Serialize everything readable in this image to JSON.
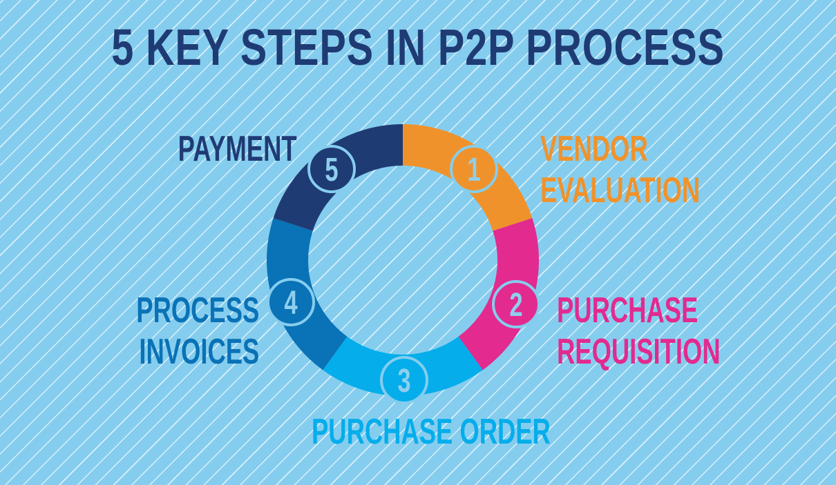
{
  "title": "5 KEY STEPS IN P2P PROCESS",
  "background": {
    "color": "#85cdee",
    "stripe_color": "#ebf6fc"
  },
  "steps": [
    {
      "number": "1",
      "line1": "VENDOR",
      "line2": "EVALUATION",
      "color": "#f0922b"
    },
    {
      "number": "2",
      "line1": "PURCHASE",
      "line2": "REQUISITION",
      "color": "#e22a8f"
    },
    {
      "number": "3",
      "line1": "PURCHASE ORDER",
      "line2": "",
      "color": "#05adeb"
    },
    {
      "number": "4",
      "line1": "PROCESS",
      "line2": "INVOICES",
      "color": "#0a72b6"
    },
    {
      "number": "5",
      "line1": "PAYMENT",
      "line2": "",
      "color": "#1f3b74"
    }
  ],
  "title_color": "#1f3b74",
  "badge_text_color": "#8ecfee"
}
